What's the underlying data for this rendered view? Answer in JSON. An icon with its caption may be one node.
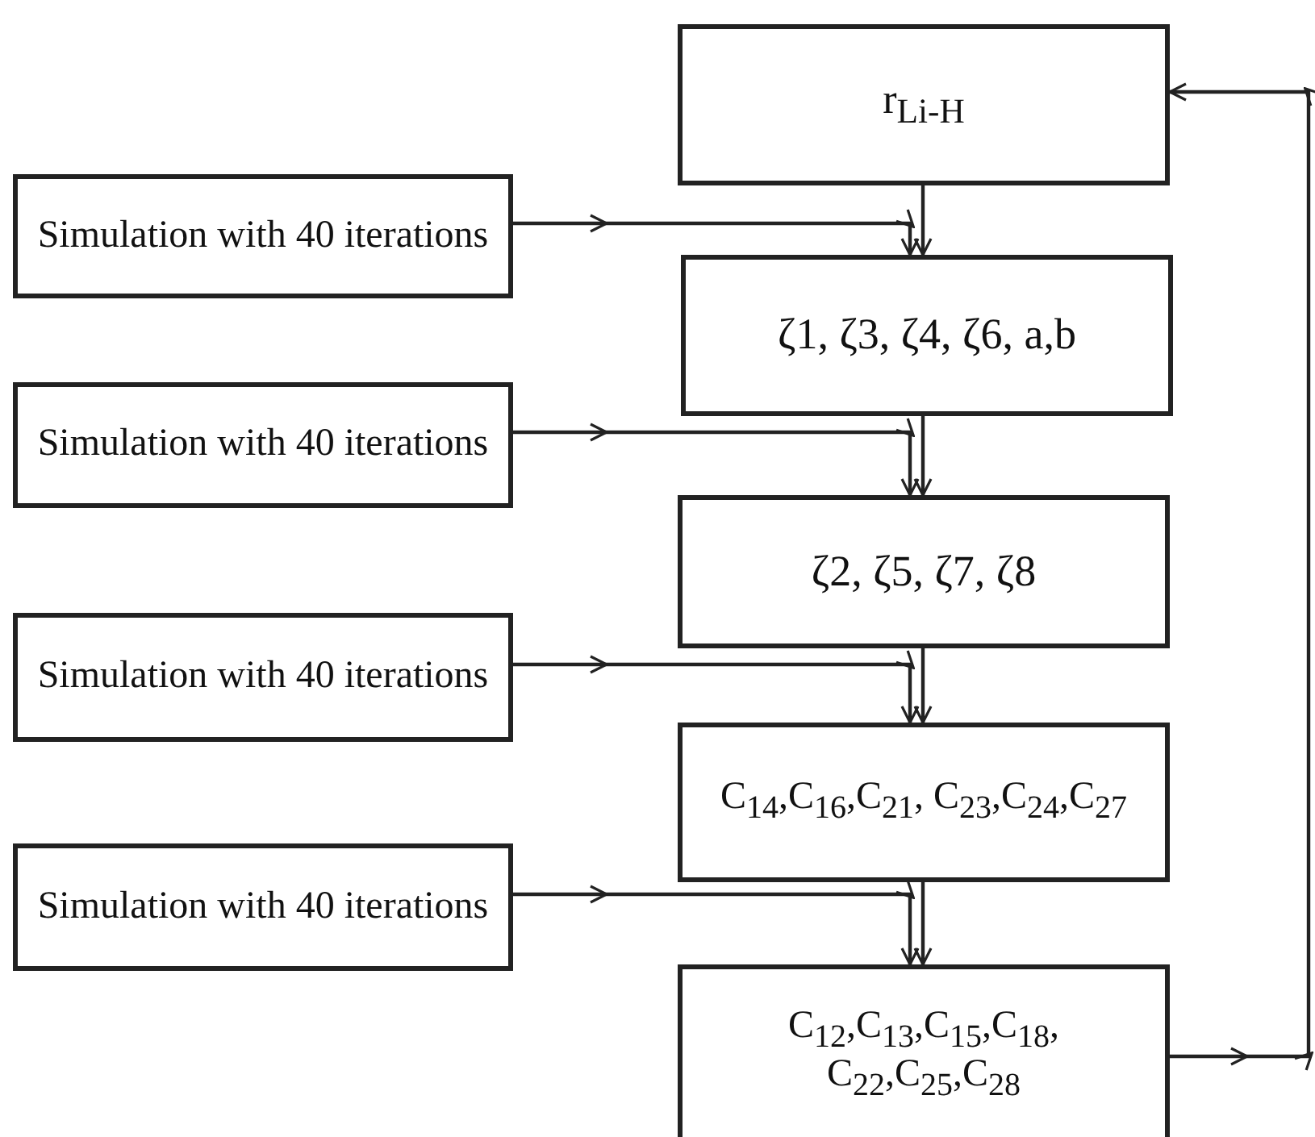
{
  "diagram": {
    "nodes": [
      {
        "text": [
          "r$_{Li-H}$"
        ]
      },
      {
        "text": [
          "Simulation with 40 iterations"
        ]
      },
      {
        "text": [
          "ζ1, ζ3, ζ4, ζ6, a,b"
        ]
      },
      {
        "text": [
          "Simulation with 40 iterations"
        ]
      },
      {
        "text": [
          "ζ2, ζ5, ζ7, ζ8"
        ]
      },
      {
        "text": [
          "Simulation with 40 iterations"
        ]
      },
      {
        "text": [
          "C$_{14}$,C$_{16}$,C$_{21}$, C$_{23}$,C$_{24}$,C$_{27}$"
        ]
      },
      {
        "text": [
          "Simulation with 40 iterations"
        ]
      },
      {
        "text": [
          "C$_{12}$,C$_{13}$,C$_{15}$,C$_{18}$, C$_{22}$,C$_{25}$,C$_{28}$"
        ]
      }
    ],
    "edges": [
      {
        "from": 0,
        "to": 2,
        "arrow": "to"
      },
      {
        "from": 1,
        "to": 2,
        "arrow": "to"
      },
      {
        "from": 2,
        "to": 4,
        "arrow": "to"
      },
      {
        "from": 3,
        "to": 4,
        "arrow": "to"
      },
      {
        "from": 4,
        "to": 6,
        "arrow": "to"
      },
      {
        "from": 5,
        "to": 6,
        "arrow": "to"
      },
      {
        "from": 6,
        "to": 8,
        "arrow": "to"
      },
      {
        "from": 7,
        "to": 8,
        "arrow": "to"
      },
      {
        "from": 8,
        "to": 0,
        "arrow": "to"
      }
    ]
  }
}
